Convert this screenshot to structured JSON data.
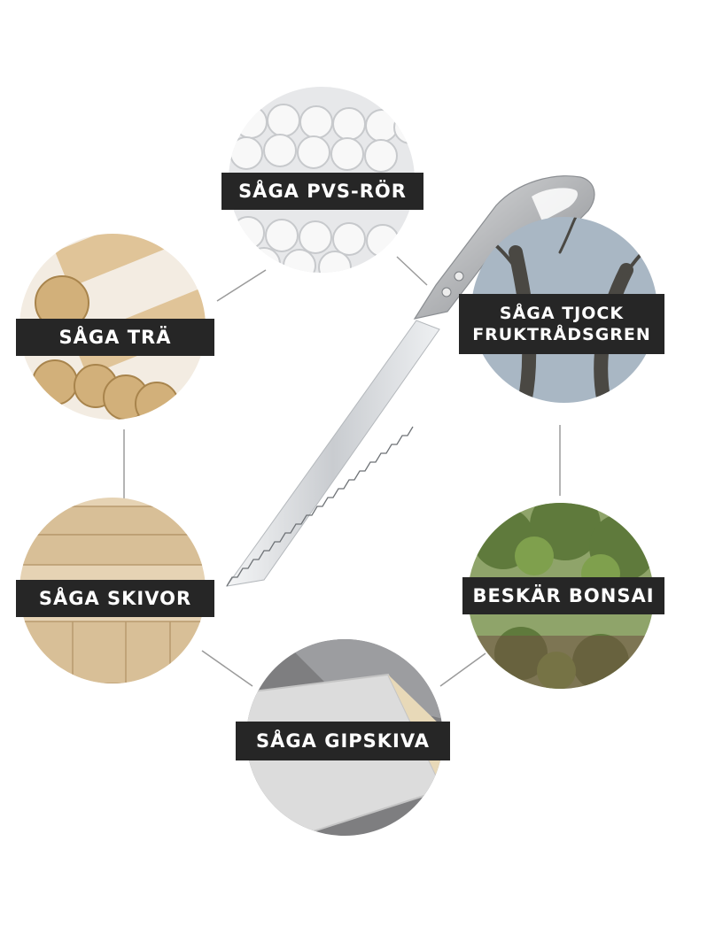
{
  "categories": [
    {
      "id": "pvc",
      "lines": [
        "SÅGA PVS-RÖR"
      ]
    },
    {
      "id": "wood",
      "lines": [
        "SÅGA TRÄ"
      ]
    },
    {
      "id": "branch",
      "lines": [
        "SÅGA TJOCK",
        "FRUKTRÅDSGREN"
      ]
    },
    {
      "id": "boards",
      "lines": [
        "SÅGA SKIVOR"
      ]
    },
    {
      "id": "bonsai",
      "lines": [
        "BESKÄR BONSAI"
      ]
    },
    {
      "id": "gypsum",
      "lines": [
        "SÅGA GIPSKIVA"
      ]
    }
  ],
  "colors": {
    "label_bg": "#262626",
    "label_text": "#ffffff",
    "connector": "#9a9a9a",
    "blade": "#d9dcdf"
  }
}
